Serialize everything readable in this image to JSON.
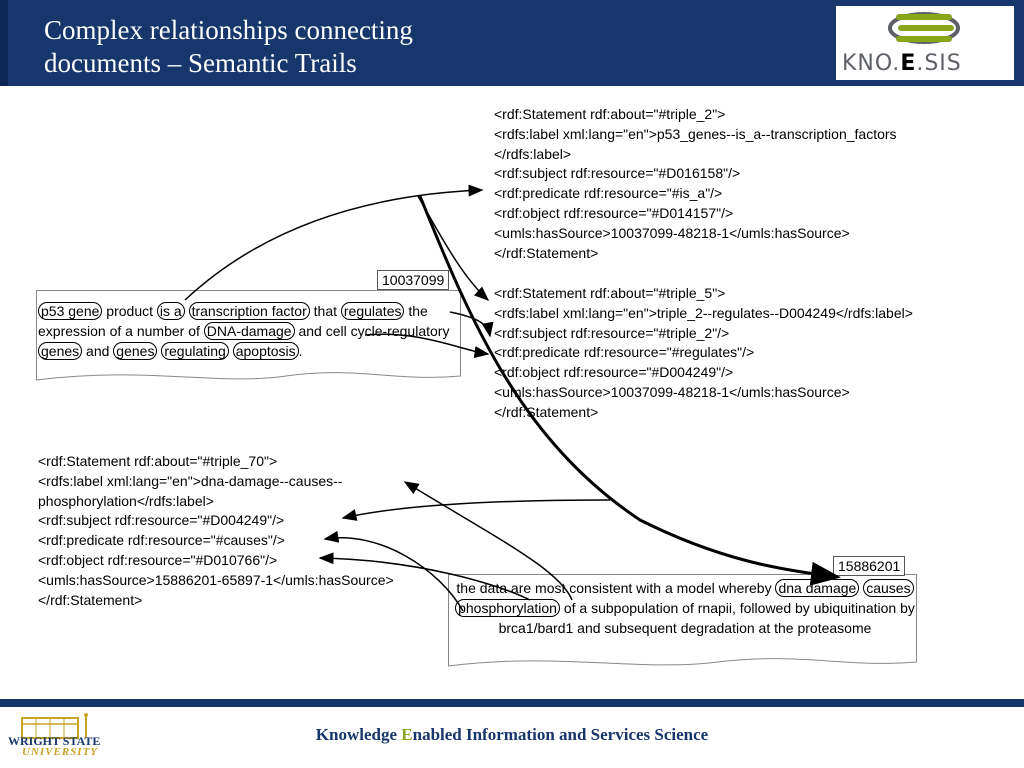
{
  "header": {
    "title_line1": "Complex relationships connecting",
    "title_line2": "documents – Semantic Trails",
    "logo": {
      "text_pre": "KNO.",
      "text_e": "E",
      "text_post": ".SIS",
      "colors": [
        "#5d6066",
        "#8aa61a"
      ]
    }
  },
  "rdf_triple_2": [
    "<rdf:Statement rdf:about=\"#triple_2\">",
    "<rdfs:label xml:lang=\"en\">p53_genes--is_a--transcription_factors",
    "</rdfs:label>",
    "<rdf:subject rdf:resource=\"#D016158\"/>",
    "<rdf:predicate rdf:resource=\"#is_a\"/>",
    "<rdf:object rdf:resource=\"#D014157\"/>",
    "<umls:hasSource>10037099-48218-1</umls:hasSource>",
    "</rdf:Statement>"
  ],
  "rdf_triple_5": [
    "<rdf:Statement rdf:about=\"#triple_5\">",
    "<rdfs:label xml:lang=\"en\">triple_2--regulates--D004249</rdfs:label>",
    "<rdf:subject rdf:resource=\"#triple_2\"/>",
    "<rdf:predicate rdf:resource=\"#regulates\"/>",
    "<rdf:object rdf:resource=\"#D004249\"/>",
    "<umls:hasSource>10037099-48218-1</umls:hasSource>",
    "</rdf:Statement>"
  ],
  "rdf_triple_70": [
    "<rdf:Statement rdf:about=\"#triple_70\">",
    "<rdfs:label xml:lang=\"en\">dna-damage--causes--",
    "phosphorylation</rdfs:label>",
    "<rdf:subject rdf:resource=\"#D004249\"/>",
    "<rdf:predicate rdf:resource=\"#causes\"/>",
    "<rdf:object rdf:resource=\"#D010766\"/>",
    "<umls:hasSource>15886201-65897-1</umls:hasSource>",
    "</rdf:Statement>"
  ],
  "doc1": {
    "id": "10037099",
    "t": [
      "p53 gene",
      " product ",
      "is a",
      " ",
      "transcription factor",
      " that ",
      "regulates",
      " the expression of a number of ",
      "DNA-damage",
      " and cell cycle-regulatory ",
      "genes",
      " and ",
      "genes",
      " ",
      "regulating",
      " ",
      "apoptosis",
      "."
    ]
  },
  "doc2": {
    "id": "15886201",
    "t": [
      "the data are most consistent with a model whereby ",
      "dna damage",
      " ",
      "causes",
      " ",
      "phosphorylation",
      " of a subpopulation of rnapii, followed by ubiquitination by brca1/bard1 and subsequent degradation at the proteasome"
    ]
  },
  "footer": {
    "text_pre": "Knowledge ",
    "text_e": "E",
    "text_post": "nabled Information and Services Science",
    "university_line1": "WRIGHT STATE",
    "university_line2": "UNIVERSITY",
    "colors": {
      "navy": "#17366b",
      "green": "#8aa61a",
      "gold": "#c9a227"
    }
  }
}
